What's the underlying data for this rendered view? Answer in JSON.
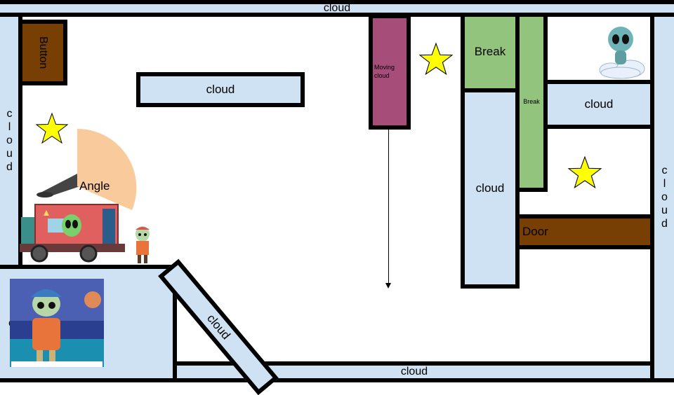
{
  "blocks": {
    "top_cloud": "cloud",
    "bottom_cloud": "cloud",
    "left_cloud": "cloud",
    "right_cloud": "cloud",
    "middle_cloud": "cloud",
    "center_cloud": "cloud",
    "right_upper_cloud": "cloud",
    "diagonal_cloud": "cloud",
    "bottom_left_cloud": "c",
    "moving_cloud": "Moving cloud",
    "break_1": "Break",
    "break_2": "Break",
    "button": "Button",
    "door": "Door",
    "angle": "Angle"
  },
  "icons": [
    "star-icon",
    "star-icon",
    "star-icon",
    "alien-on-cloud-icon",
    "alien-truck-icon",
    "alien-character-icon",
    "alien-portrait-icon"
  ],
  "colors": {
    "cloud": "#cfe2f3",
    "break": "#93c47d",
    "door": "#783f04",
    "moving_cloud": "#a64d79",
    "star": "#ffff00",
    "angle": "#f9cb9c"
  }
}
